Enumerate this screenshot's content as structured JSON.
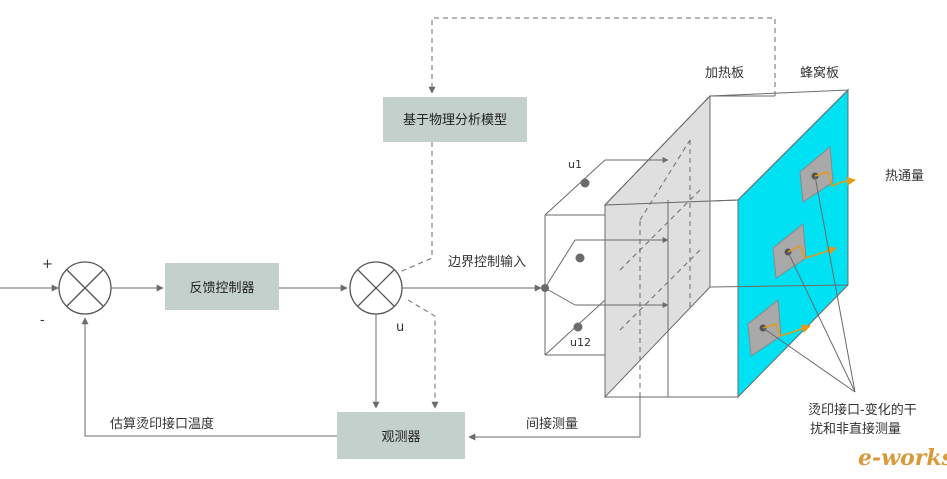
{
  "blocks": {
    "physics_model": "基于物理分析模型",
    "feedback_controller": "反馈控制器",
    "observer": "观测器"
  },
  "labels": {
    "plus": "+",
    "minus": "-",
    "u": "u",
    "boundary_input": "边界控制输入",
    "estimate": "估算烫印接口温度",
    "indirect": "间接测量",
    "heating_plate": "加热板",
    "honeycomb_plate": "蜂窝板",
    "heat_flux": "热通量",
    "u1": "u1",
    "u12": "u12",
    "interface_line1": "烫印接口-变化的干",
    "interface_line2": "扰和非直接测量"
  },
  "watermark": "e-works",
  "colors": {
    "block_fill": "#c3d0cb",
    "honeycomb_face": "#00e1f3",
    "heating_face": "#d9d9d9",
    "patch": "#a9a9a9",
    "arrow_orange": "#e89a17",
    "line": "#6b6b6b",
    "watermark": "#d99a3a"
  }
}
